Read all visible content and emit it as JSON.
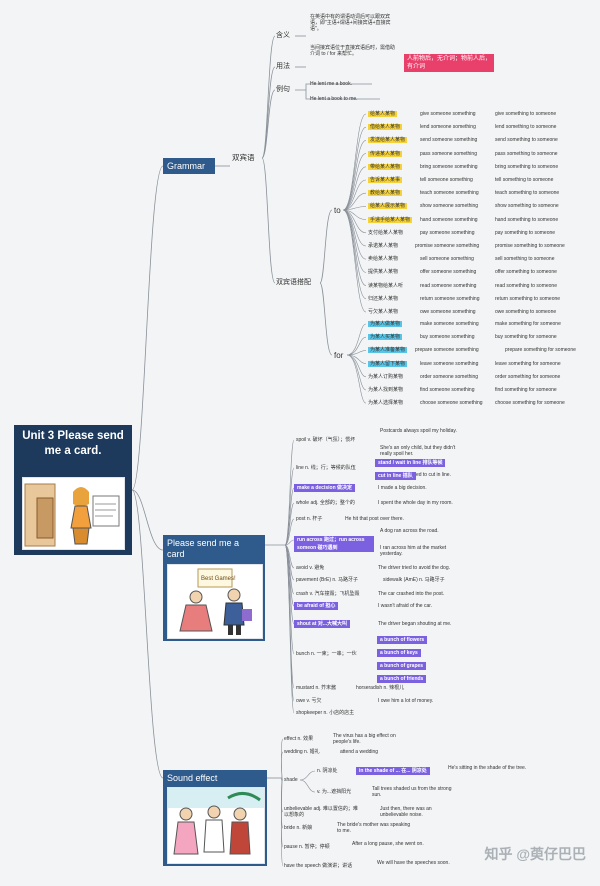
{
  "root": {
    "title": "Unit 3 Please send me a card."
  },
  "grammar": {
    "title": "Grammar",
    "subtitle": "双宾语",
    "han_yi": {
      "label": "含义",
      "text": "在英语中有的谓语动词后可以跟双宾语，即\"主语+谓语+间接宾语+直接宾语\"。"
    },
    "yong_fa": {
      "label": "用法",
      "text": "当间接宾语位于直接宾语后时，需借助介词 to / for 来帮忙。",
      "note": "人前物后，无介词；物前人后，有介词"
    },
    "li_ju": {
      "label": "例句",
      "items": [
        "He lent me a book.",
        "He lent a book to me."
      ]
    },
    "collocations": {
      "label": "双宾语搭配",
      "to_label": "to",
      "to_rows": [
        {
          "cn": "给某人某物",
          "a": "give someone something",
          "b": "give something to someone",
          "hl": "y"
        },
        {
          "cn": "借给某人某物",
          "a": "lend someone something",
          "b": "lend something to someone",
          "hl": "y"
        },
        {
          "cn": "发送给某人某物",
          "a": "send someone something",
          "b": "send something to someone",
          "hl": "y"
        },
        {
          "cn": "传递某人某物",
          "a": "pass someone something",
          "b": "pass something to someone",
          "hl": "y"
        },
        {
          "cn": "带给某人某物",
          "a": "bring someone something",
          "b": "bring something to someone",
          "hl": "y"
        },
        {
          "cn": "告诉某人某事",
          "a": "tell someone something",
          "b": "tell something to someone",
          "hl": "y"
        },
        {
          "cn": "教给某人某物",
          "a": "teach someone something",
          "b": "teach something to someone",
          "hl": "y"
        },
        {
          "cn": "给某人展示某物",
          "a": "show someone something",
          "b": "show something to someone",
          "hl": "y"
        },
        {
          "cn": "手递手给某人某物",
          "a": "hand someone something",
          "b": "hand something to someone",
          "hl": "y"
        },
        {
          "cn": "支付给某人某物",
          "a": "pay someone something",
          "b": "pay something to someone",
          "hl": ""
        },
        {
          "cn": "承诺某人某物",
          "a": "promise someone something",
          "b": "promise something to someone",
          "hl": ""
        },
        {
          "cn": "卖给某人某物",
          "a": "sell someone something",
          "b": "sell something to someone",
          "hl": ""
        },
        {
          "cn": "提供某人某物",
          "a": "offer someone something",
          "b": "offer something to someone",
          "hl": ""
        },
        {
          "cn": "读某物给某人听",
          "a": "read someone something",
          "b": "read something to someone",
          "hl": ""
        },
        {
          "cn": "归还某人某物",
          "a": "return someone something",
          "b": "return something to someone",
          "hl": ""
        },
        {
          "cn": "亏欠某人某物",
          "a": "owe someone something",
          "b": "owe something to someone",
          "hl": ""
        }
      ],
      "for_label": "for",
      "for_rows": [
        {
          "cn": "为某人做某物",
          "a": "make someone something",
          "b": "make something for someone",
          "hl": "b"
        },
        {
          "cn": "为某人买某物",
          "a": "buy someone something",
          "b": "buy something for someone",
          "hl": "b"
        },
        {
          "cn": "为某人准备某物",
          "a": "prepare someone something",
          "b": "prepare something for someone",
          "hl": "b"
        },
        {
          "cn": "为某人留下某物",
          "a": "leave someone something",
          "b": "leave something for someone",
          "hl": "b"
        },
        {
          "cn": "为某人订购某物",
          "a": "order someone something",
          "b": "order something for someone",
          "hl": ""
        },
        {
          "cn": "为某人找到某物",
          "a": "find someone something",
          "b": "find something for someone",
          "hl": ""
        },
        {
          "cn": "为某人选择某物",
          "a": "choose someone something",
          "b": "choose something for someone",
          "hl": ""
        }
      ]
    }
  },
  "lesson": {
    "title": "Please send me a card",
    "image": {
      "card_text": "Best Games!"
    },
    "entries": [
      {
        "word": "spoil v. 破坏（气氛）；惯坏",
        "examples": [
          "Postcards always spoil my holiday.",
          "She's an only child, but they didn't really spoil her."
        ]
      },
      {
        "word": "line n. 线；行；等候的队伍",
        "chips": [
          "stand / wait in line 排队等候",
          "cut in line 插队"
        ],
        "example": "He tried to cut in line."
      },
      {
        "chip": "make a decision 做决定",
        "example": "I made a big decision."
      },
      {
        "word": "whole adj. 全部的；整个的",
        "example": "I spent the whole day in my room."
      },
      {
        "word": "post n. 杆子",
        "example": "He hit that post over there."
      },
      {
        "chip": "run across 跑过；run across someon 碰巧遇到",
        "examples": [
          "A dog ran across the road.",
          "I ran across him at the market yesterday."
        ]
      },
      {
        "word": "avoid v. 避免",
        "example": "The driver tried to avoid the dog."
      },
      {
        "word": "pavement (BrE) n. 马路牙子",
        "extra": "sidewalk (AmE) n. 马路牙子"
      },
      {
        "word": "crash v. 汽车撞毁；飞机坠毁",
        "example": "The car crashed into the post."
      },
      {
        "chip": "be afraid of 担心",
        "example": "I wasn't afraid of the car."
      },
      {
        "chip": "shout at 对...大喊大叫",
        "example": "The driver began shouting at me."
      },
      {
        "word": "bunch n. 一束；一串；一伙",
        "chips": [
          "a bunch of flowers",
          "a bunch of keys",
          "a bunch of grapes",
          "a bunch of friends"
        ]
      },
      {
        "word": "mustard n. 芥末酱",
        "extra": "horseradish n. 辣根儿"
      },
      {
        "word": "owe v. 亏欠",
        "example": "I owe him a lot of money."
      },
      {
        "word": "shopkeeper n. 小店的店主"
      }
    ]
  },
  "sound": {
    "title": "Sound effect",
    "entries": [
      {
        "word": "effect n. 效果",
        "example": "The virus has a big effect on people's life."
      },
      {
        "word": "wedding n. 婚礼",
        "example": "attend a wedding"
      },
      {
        "word": "shade",
        "subs": [
          {
            "word": "n. 阴凉处",
            "chip": "in the shade of ... 在...  阴凉处",
            "example": "He's sitting in the shade of the tree."
          },
          {
            "word": "v. 为...遮挡阳光",
            "example": "Tall trees shaded us from the strong sun."
          }
        ]
      },
      {
        "word": "unbelievable adj. 难以置信的；难以想象的",
        "example": "Just then, there was an unbelievable noise."
      },
      {
        "word": "bride n. 新娘",
        "example": "The bride's mother was speaking to me."
      },
      {
        "word": "pause n. 暂停；停顿",
        "example": "After a long pause, she went on."
      },
      {
        "word": "have the speech 做演讲；讲话",
        "example": "We will have the speeches soon."
      }
    ]
  },
  "watermark": "知乎 @萸仔巴巴",
  "colors": {
    "root": "#1d3a5c",
    "node": "#2e5a8c",
    "yellow": "#f6d23a",
    "blue": "#58c4e6",
    "purple": "#7b61e0",
    "pink": "#e8406b",
    "line": "#8a9099"
  }
}
